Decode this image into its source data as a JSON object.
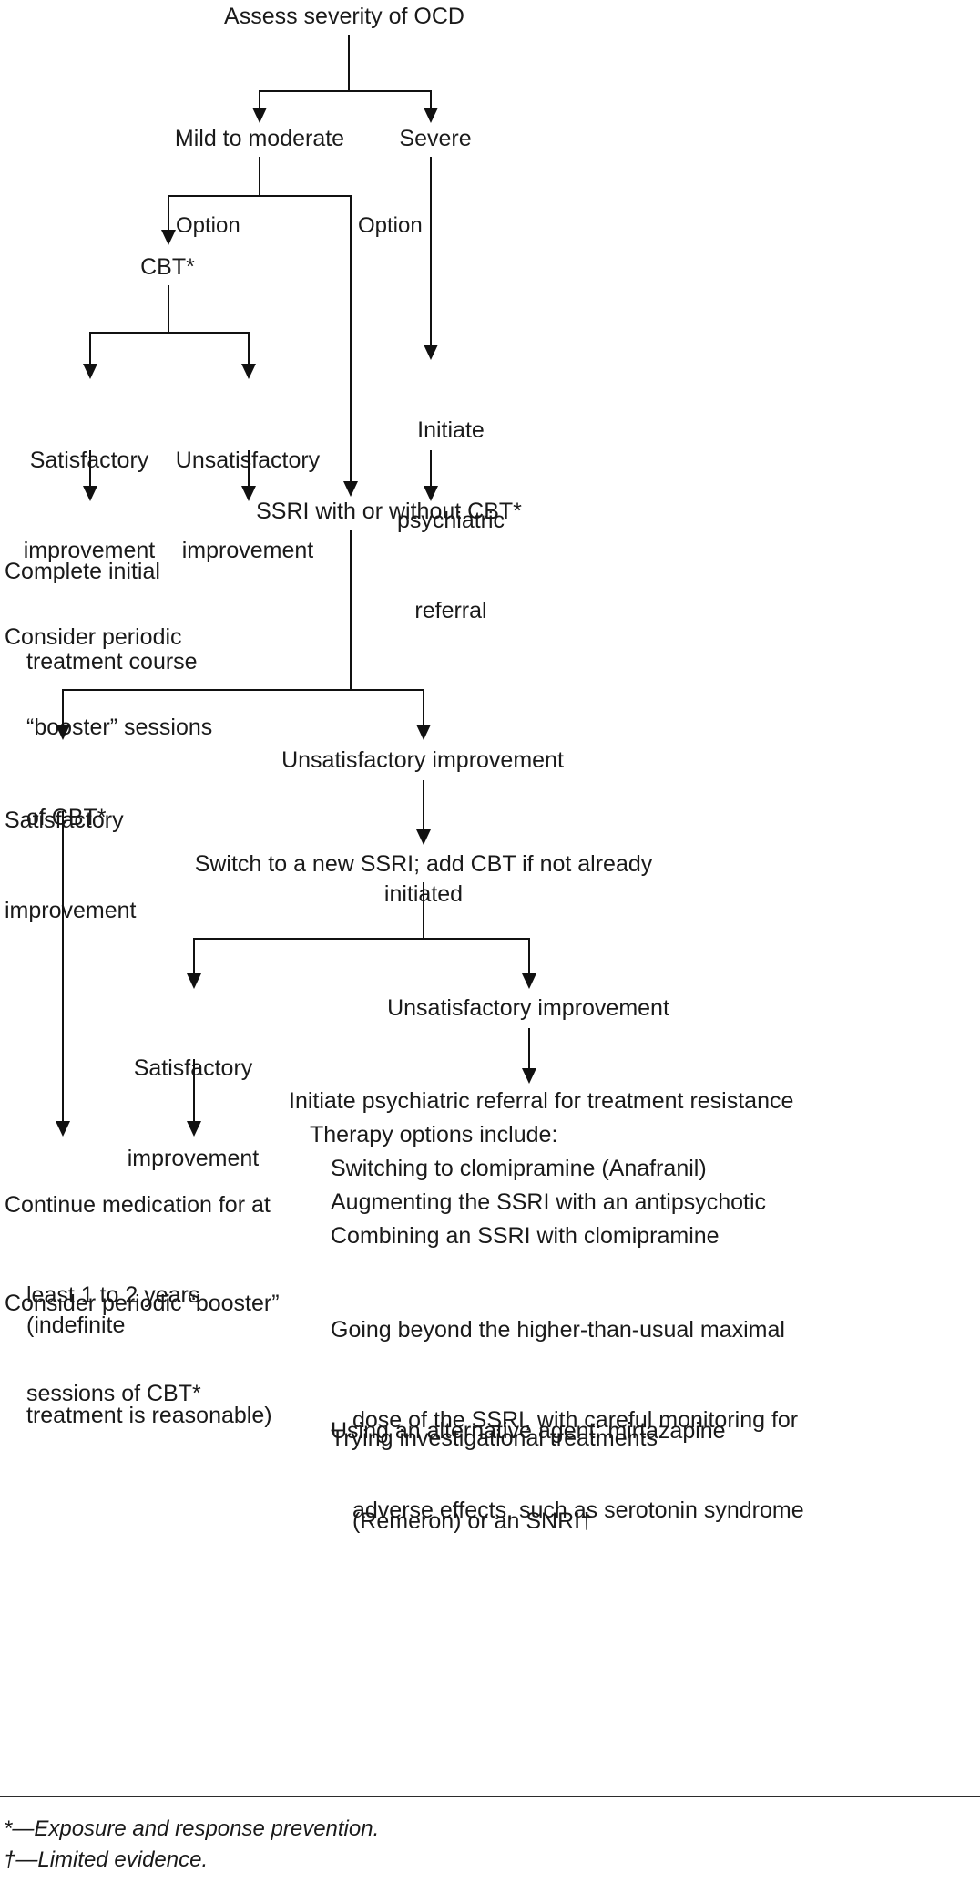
{
  "figure": {
    "title": "Assess severity of OCD",
    "type": "clinical-treatment-algorithm"
  },
  "nodes": {
    "root": "Assess severity of OCD",
    "mild_moderate": "Mild to moderate",
    "severe": "Severe",
    "option_left": "Option",
    "option_right": "Option",
    "cbt": "CBT*",
    "cbt_satisfactory_l1": "Satisfactory",
    "cbt_satisfactory_l2": "improvement",
    "cbt_unsatisfactory_l1": "Unsatisfactory",
    "cbt_unsatisfactory_l2": "improvement",
    "initiate_referral_l1": "Initiate",
    "initiate_referral_l2": "psychiatric",
    "initiate_referral_l3": "referral",
    "complete_initial_l1": "Complete initial",
    "complete_initial_l2": "treatment course",
    "consider_booster_l1": "Consider periodic",
    "consider_booster_l2": "“booster” sessions",
    "consider_booster_l3": "of CBT*",
    "ssri": "SSRI with or without CBT*",
    "ssri_satisfactory_l1": "Satisfactory",
    "ssri_satisfactory_l2": "improvement",
    "ssri_unsatisfactory": "Unsatisfactory improvement",
    "switch_ssri": "Switch to a new SSRI; add CBT if not already initiated",
    "switch_satisfactory_l1": "Satisfactory",
    "switch_satisfactory_l2": "improvement",
    "switch_unsatisfactory": "Unsatisfactory improvement",
    "continue_med_l1": "Continue medication for at",
    "continue_med_l2": "least 1 to 2 years (indefinite",
    "continue_med_l3": "treatment is reasonable)",
    "continue_booster_l1": "Consider periodic “booster”",
    "continue_booster_l2": "sessions of CBT*"
  },
  "resistance_panel": {
    "heading": "Initiate psychiatric referral for treatment resistance",
    "options_intro": "Therapy options include:",
    "options": [
      {
        "line1": "Switching to clomipramine (Anafranil)",
        "line2": "",
        "line3": ""
      },
      {
        "line1": "Augmenting the SSRI with an antipsychotic",
        "line2": "",
        "line3": ""
      },
      {
        "line1": "Combining an SSRI with clomipramine",
        "line2": "",
        "line3": ""
      },
      {
        "line1": "Going beyond the higher-than-usual maximal",
        "line2": "dose of the SSRI, with careful monitoring for",
        "line3": "adverse effects, such as serotonin syndrome"
      },
      {
        "line1": "Using an alternative agent: mirtazapine",
        "line2": "(Remeron) or an SNRI†",
        "line3": ""
      },
      {
        "line1": "Trying investigational treatments",
        "line2": "",
        "line3": ""
      }
    ]
  },
  "footnotes": [
    "*—Exposure and response prevention.",
    "†—Limited evidence."
  ],
  "colors": {
    "text": "#1a1a1a",
    "line": "#111111",
    "background": "#ffffff",
    "rule": "#2b2b2b"
  }
}
